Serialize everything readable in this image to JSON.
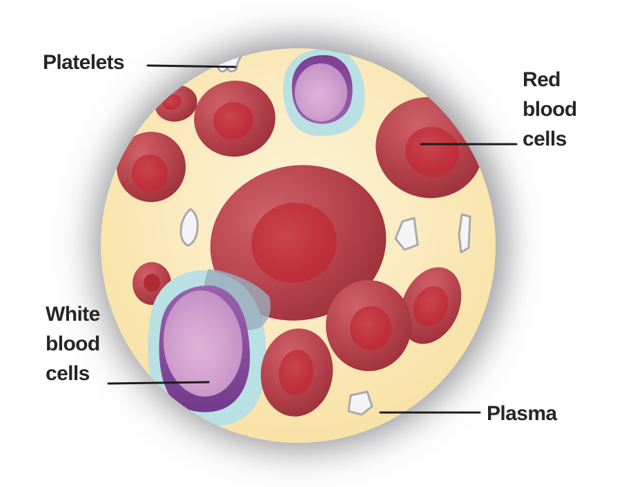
{
  "diagram": {
    "subject_labels": {
      "platelets": "Platelets",
      "red_blood_cells": "Red\nblood\ncells",
      "white_blood_cells": "White\nblood\ncells",
      "plasma": "Plasma"
    },
    "colors": {
      "background": "#ffffff",
      "plasma_center": "#fdf4d8",
      "plasma_edge": "#f7df9e",
      "rbc_body": "#b8454e",
      "rbc_body_highlight": "#d06168",
      "rbc_body_shade": "#9e323d",
      "rbc_center": "#c0303b",
      "wbc_rim_light": "#9a62ad",
      "wbc_rim_dark": "#7c3e93",
      "wbc_body": "#d2a2cf",
      "wbc_halo": "#b9e0e3",
      "wbc_shadow_overlay": "#9bacbc",
      "platelet_fill": "#f4f4f6",
      "platelet_border": "#a8a8ac",
      "label_text": "#262626",
      "leader_line": "#1b1b1b"
    }
  }
}
